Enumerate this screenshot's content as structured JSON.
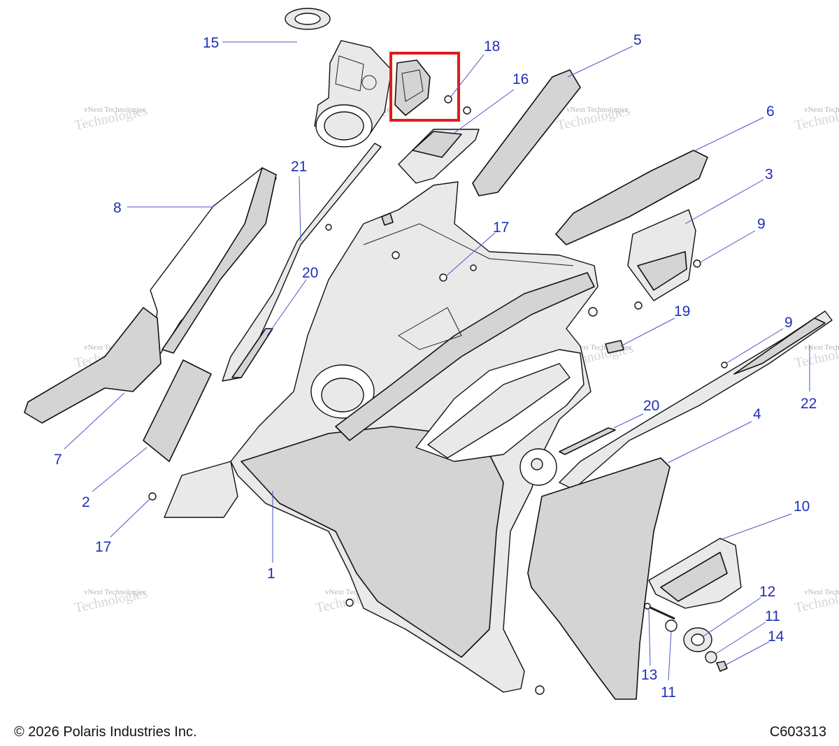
{
  "callouts": [
    {
      "id": "c15",
      "label": "15"
    },
    {
      "id": "c18",
      "label": "18"
    },
    {
      "id": "c16",
      "label": "16"
    },
    {
      "id": "c5",
      "label": "5"
    },
    {
      "id": "c6",
      "label": "6"
    },
    {
      "id": "c3",
      "label": "3"
    },
    {
      "id": "c9a",
      "label": "9"
    },
    {
      "id": "c21",
      "label": "21"
    },
    {
      "id": "c8",
      "label": "8"
    },
    {
      "id": "c17a",
      "label": "17"
    },
    {
      "id": "c20a",
      "label": "20"
    },
    {
      "id": "c19",
      "label": "19"
    },
    {
      "id": "c9b",
      "label": "9"
    },
    {
      "id": "c22",
      "label": "22"
    },
    {
      "id": "c20b",
      "label": "20"
    },
    {
      "id": "c4",
      "label": "4"
    },
    {
      "id": "c7",
      "label": "7"
    },
    {
      "id": "c2",
      "label": "2"
    },
    {
      "id": "c17b",
      "label": "17"
    },
    {
      "id": "c1",
      "label": "1"
    },
    {
      "id": "c10",
      "label": "10"
    },
    {
      "id": "c12",
      "label": "12"
    },
    {
      "id": "c11a",
      "label": "11"
    },
    {
      "id": "c14",
      "label": "14"
    },
    {
      "id": "c13",
      "label": "13"
    },
    {
      "id": "c11b",
      "label": "11"
    }
  ],
  "watermark": {
    "line1": "vNext Technologies",
    "line2": "Technologies",
    "line3": "vNext"
  },
  "highlight_color": "#e01b1b",
  "callout_color": "#1f2fb8",
  "footer": {
    "copyright": "© 2026 Polaris Industries Inc.",
    "code": "C603313"
  }
}
